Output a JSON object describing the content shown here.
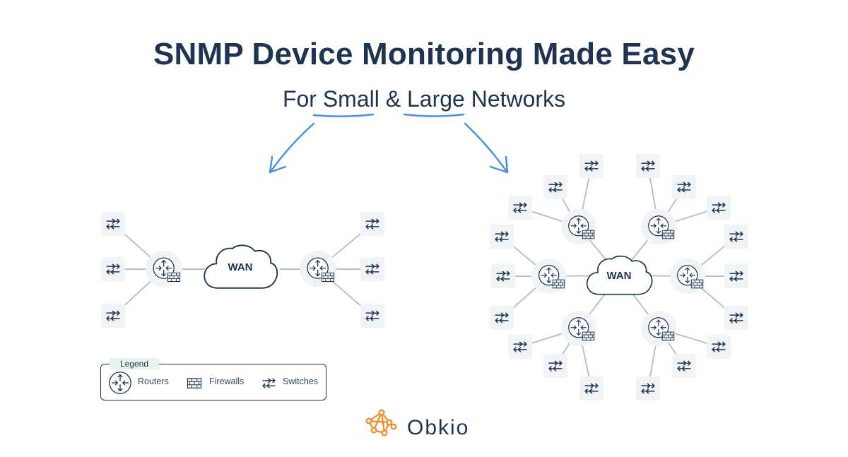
{
  "header": {
    "title": "SNMP Device Monitoring Made Easy",
    "subtitle_parts": [
      "For ",
      "Small",
      " & ",
      "Large",
      " Networks"
    ]
  },
  "diagram": {
    "cloud_label": "WAN",
    "small_network": {
      "routers": 2,
      "switches_per_router": 3
    },
    "large_network": {
      "routers": 6,
      "switches_per_router": 3
    }
  },
  "legend": {
    "title": "Legend",
    "items": [
      {
        "label": "Routers",
        "icon": "router-icon"
      },
      {
        "label": "Firewalls",
        "icon": "firewall-icon"
      },
      {
        "label": "Switches",
        "icon": "switch-icon"
      }
    ]
  },
  "brand": {
    "name": "Obkio",
    "icon": "obkio-logo-icon"
  },
  "colors": {
    "title": "#1e3450",
    "accent_blue": "#4a90e2",
    "brand_orange": "#f08a24",
    "node_bg": "#f1f4f7",
    "line": "#b9c2cc",
    "legend_title_bg": "#e6f4e9"
  }
}
